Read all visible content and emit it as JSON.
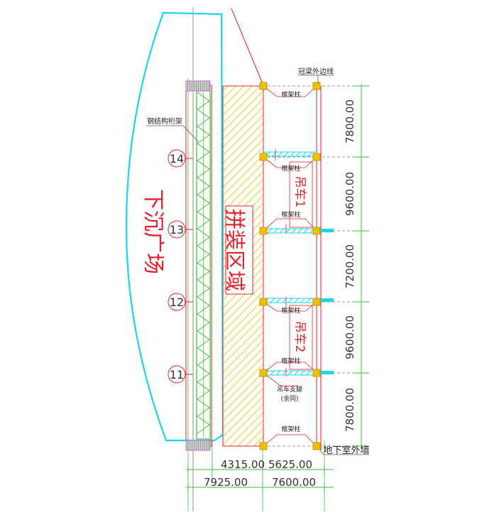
{
  "labels": {
    "sunken_plaza": "下沉广场",
    "assembly_area": "拼装区域",
    "crown_beam_edge": "冠梁外边线",
    "steel_truss": "钢结构桁架",
    "frame_column": "框架柱",
    "crane_1": "吊车1",
    "crane_2": "吊车2",
    "crane_outrigger": "吊车支腿",
    "crane_outrigger_note": "(余同)",
    "basement_wall": "地下室外墙"
  },
  "axes": [
    "14",
    "13",
    "12",
    "11"
  ],
  "vertical_dims": [
    "7800.00",
    "9600.00",
    "7200.00",
    "9600.00",
    "7800.00"
  ],
  "horizontal_dims": {
    "upper_left": "4315.00",
    "upper_right": "5625.00",
    "lower_left": "7925.00",
    "lower_right": "7600.00"
  },
  "colors": {
    "red": "#e8202a",
    "cyan": "#17d6ee",
    "green": "#39c23a",
    "yellow": "#f2c000",
    "hatch": "#f4e79a",
    "dark": "#555555"
  }
}
